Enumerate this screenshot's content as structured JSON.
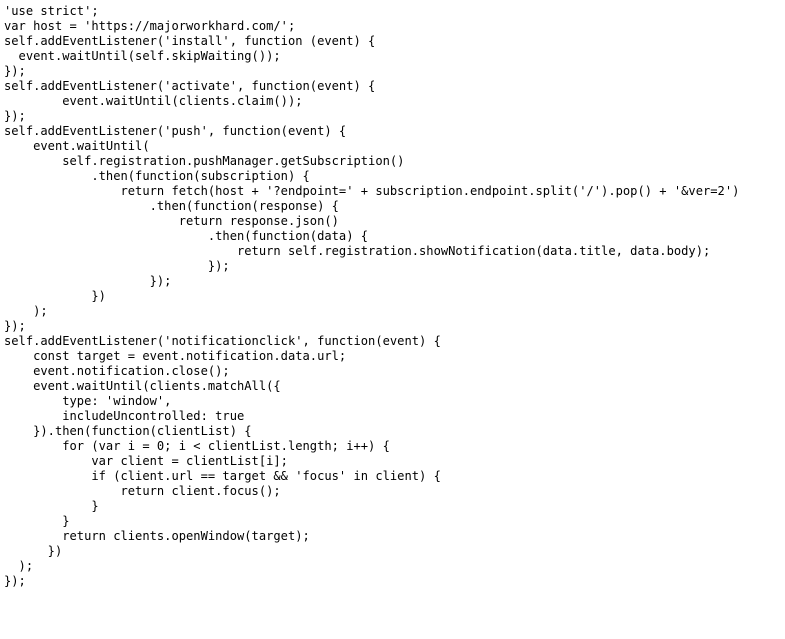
{
  "document": {
    "lines": [
      "'use strict';",
      "var host = 'https://majorworkhard.com/';",
      "self.addEventListener('install', function (event) {",
      "  event.waitUntil(self.skipWaiting());",
      "});",
      "self.addEventListener('activate', function(event) {",
      "        event.waitUntil(clients.claim());",
      "});",
      "self.addEventListener('push', function(event) {",
      "    event.waitUntil(",
      "        self.registration.pushManager.getSubscription()",
      "            .then(function(subscription) {",
      "                return fetch(host + '?endpoint=' + subscription.endpoint.split('/').pop() + '&ver=2')",
      "                    .then(function(response) {",
      "                        return response.json()",
      "                            .then(function(data) {",
      "                                return self.registration.showNotification(data.title, data.body);",
      "                            });",
      "                    });",
      "            })",
      "    );",
      "});",
      "self.addEventListener('notificationclick', function(event) {",
      "    const target = event.notification.data.url;",
      "    event.notification.close();",
      "    event.waitUntil(clients.matchAll({",
      "        type: 'window',",
      "        includeUncontrolled: true",
      "    }).then(function(clientList) {",
      "        for (var i = 0; i < clientList.length; i++) {",
      "            var client = clientList[i];",
      "            if (client.url == target && 'focus' in client) {",
      "                return client.focus();",
      "            }",
      "        }",
      "        return clients.openWindow(target);",
      "      })",
      "  );",
      "});"
    ]
  }
}
